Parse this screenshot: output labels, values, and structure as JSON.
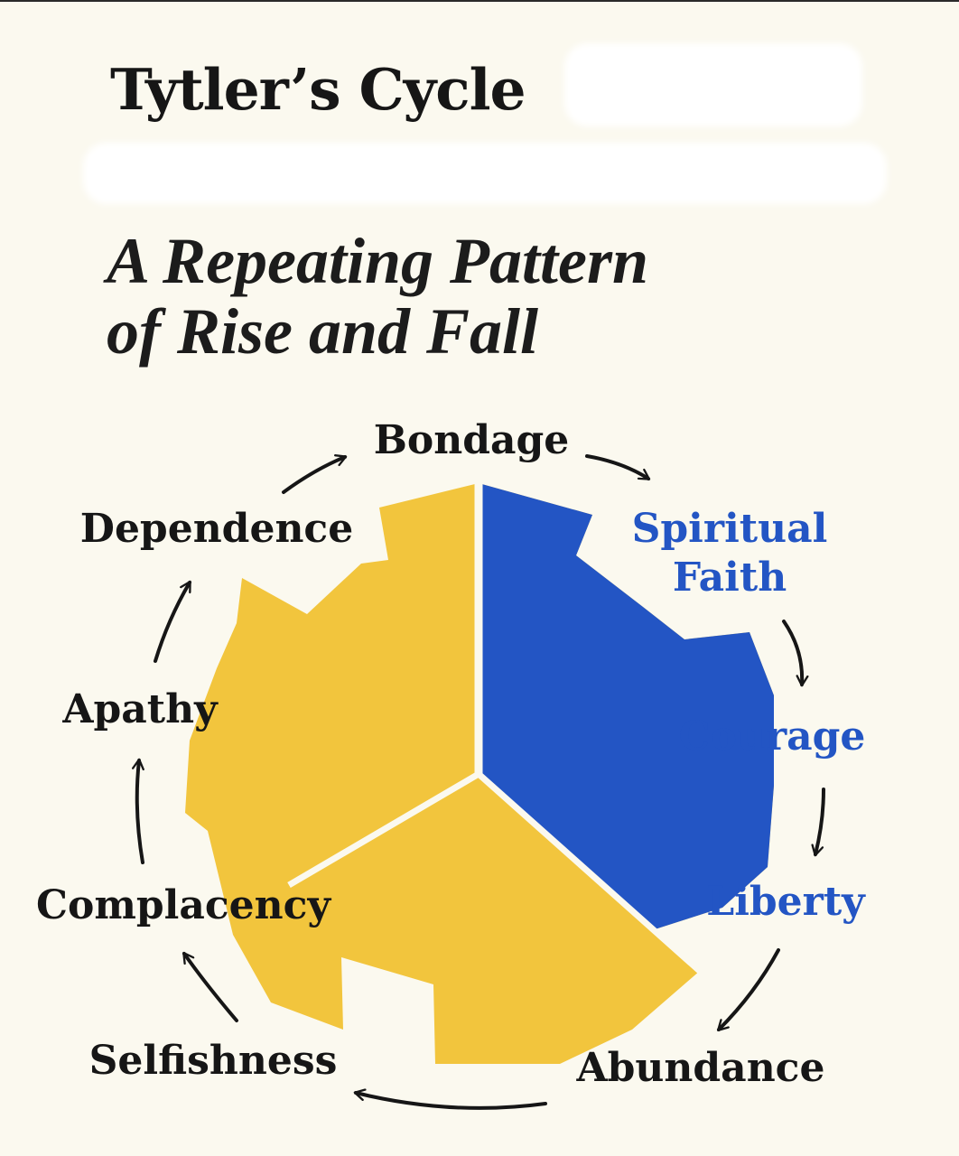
{
  "title": "Tytler’s Cycle",
  "subtitle": {
    "line1": "A Repeating Pattern",
    "line2": "of Rise and Fall"
  },
  "stages": [
    {
      "key": "bondage",
      "label_lines": [
        "Bondage"
      ],
      "color": "#161616"
    },
    {
      "key": "spiritual-faith",
      "label_lines": [
        "Spiritual",
        "Faith"
      ],
      "color": "#2355c4"
    },
    {
      "key": "courage",
      "label_lines": [
        "Courage"
      ],
      "color": "#2355c4"
    },
    {
      "key": "liberty",
      "label_lines": [
        "Liberty"
      ],
      "color": "#2355c4"
    },
    {
      "key": "abundance",
      "label_lines": [
        "Abundance"
      ],
      "color": "#161616"
    },
    {
      "key": "selfishness",
      "label_lines": [
        "Selfishness"
      ],
      "color": "#161616"
    },
    {
      "key": "complacency",
      "label_lines": [
        "Complacency"
      ],
      "color": "#161616"
    },
    {
      "key": "apathy",
      "label_lines": [
        "Apathy"
      ],
      "color": "#161616"
    },
    {
      "key": "dependence",
      "label_lines": [
        "Dependence"
      ],
      "color": "#161616"
    }
  ],
  "colors": {
    "background": "#fbf9ef",
    "wheel_yellow": "#f2c53d",
    "wheel_blue": "#2355c4",
    "text": "#161616",
    "arrow": "#161616"
  },
  "arrow_icon": "curved-arrow-icon"
}
